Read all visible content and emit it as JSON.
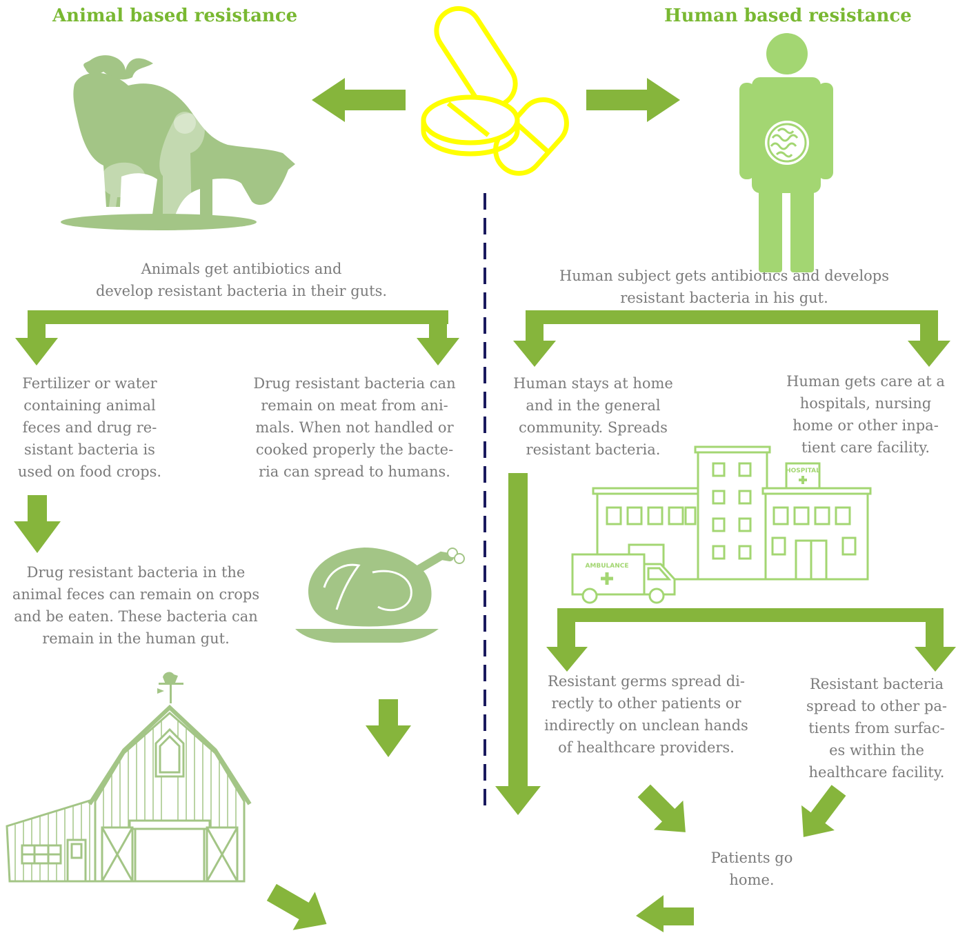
{
  "colors": {
    "arrow": "#86b53c",
    "icon_light": "#a3c586",
    "pill": "#ffff00",
    "title": "#79b832",
    "text": "#7b7b7b",
    "divider": "#1a1a5e"
  },
  "titles": {
    "animal": "Animal based resistance",
    "human": "Human based resistance"
  },
  "text": {
    "animals_get": [
      "Animals get  antibiotics and",
      "develop resistant bacteria in their guts."
    ],
    "fertilizer": [
      "Fertilizer or water",
      "containing animal",
      "feces and drug re-",
      "sistant bacteria is",
      "used on food crops."
    ],
    "meat": [
      "Drug resistant bacteria can",
      "remain on meat from ani-",
      "mals. When not handled or",
      "cooked properly the bacte-",
      "ria can spread to humans."
    ],
    "crops": [
      "Drug resistant bacteria in the",
      "animal feces can remain on crops",
      "and be eaten. These bacteria can",
      "remain in the human gut."
    ],
    "human_subject": [
      "Human subject gets antibiotics and develops",
      "resistant bacteria in his gut."
    ],
    "stays_home": [
      "Human stays at home",
      "and in the general",
      "community. Spreads",
      "resistant bacteria."
    ],
    "gets_care": [
      "Human gets care at a",
      "hospitals, nursing",
      "home or other inpa-",
      "tient care facility."
    ],
    "germs_spread": [
      "Resistant germs spread di-",
      "rectly to other patients or",
      "indirectly on unclean hands",
      "of healthcare providers."
    ],
    "surfaces": [
      "Resistant bacteria",
      "spread to other pa-",
      "tients from  surfac-",
      "es within the",
      "healthcare facility."
    ],
    "patients_home": [
      "Patients go",
      "home."
    ]
  },
  "icons": {
    "pills": "pills-icon",
    "cow_farmer": "cow-farmer-icon",
    "human": "human-figure-icon",
    "hospital": "hospital-icon",
    "ambulance": "ambulance-icon",
    "turkey": "roast-turkey-icon",
    "barn": "barn-icon"
  },
  "hospital_sign": "HOSPITAL",
  "ambulance_sign": "AMBULANCE"
}
